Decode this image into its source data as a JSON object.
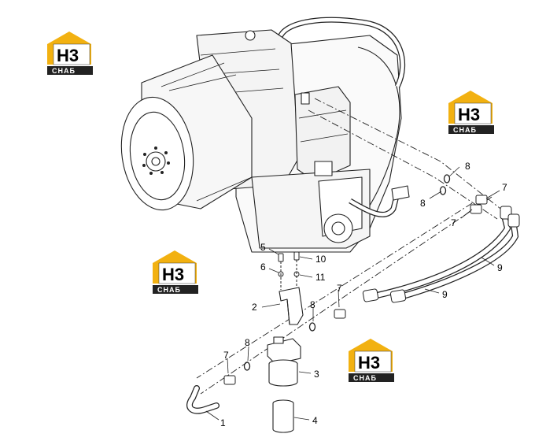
{
  "watermark": {
    "logo_text": "H3",
    "logo_subtext": "СНАБ"
  },
  "callouts": [
    "1",
    "2",
    "3",
    "4",
    "5",
    "6",
    "7",
    "8",
    "9",
    "10",
    "11"
  ]
}
